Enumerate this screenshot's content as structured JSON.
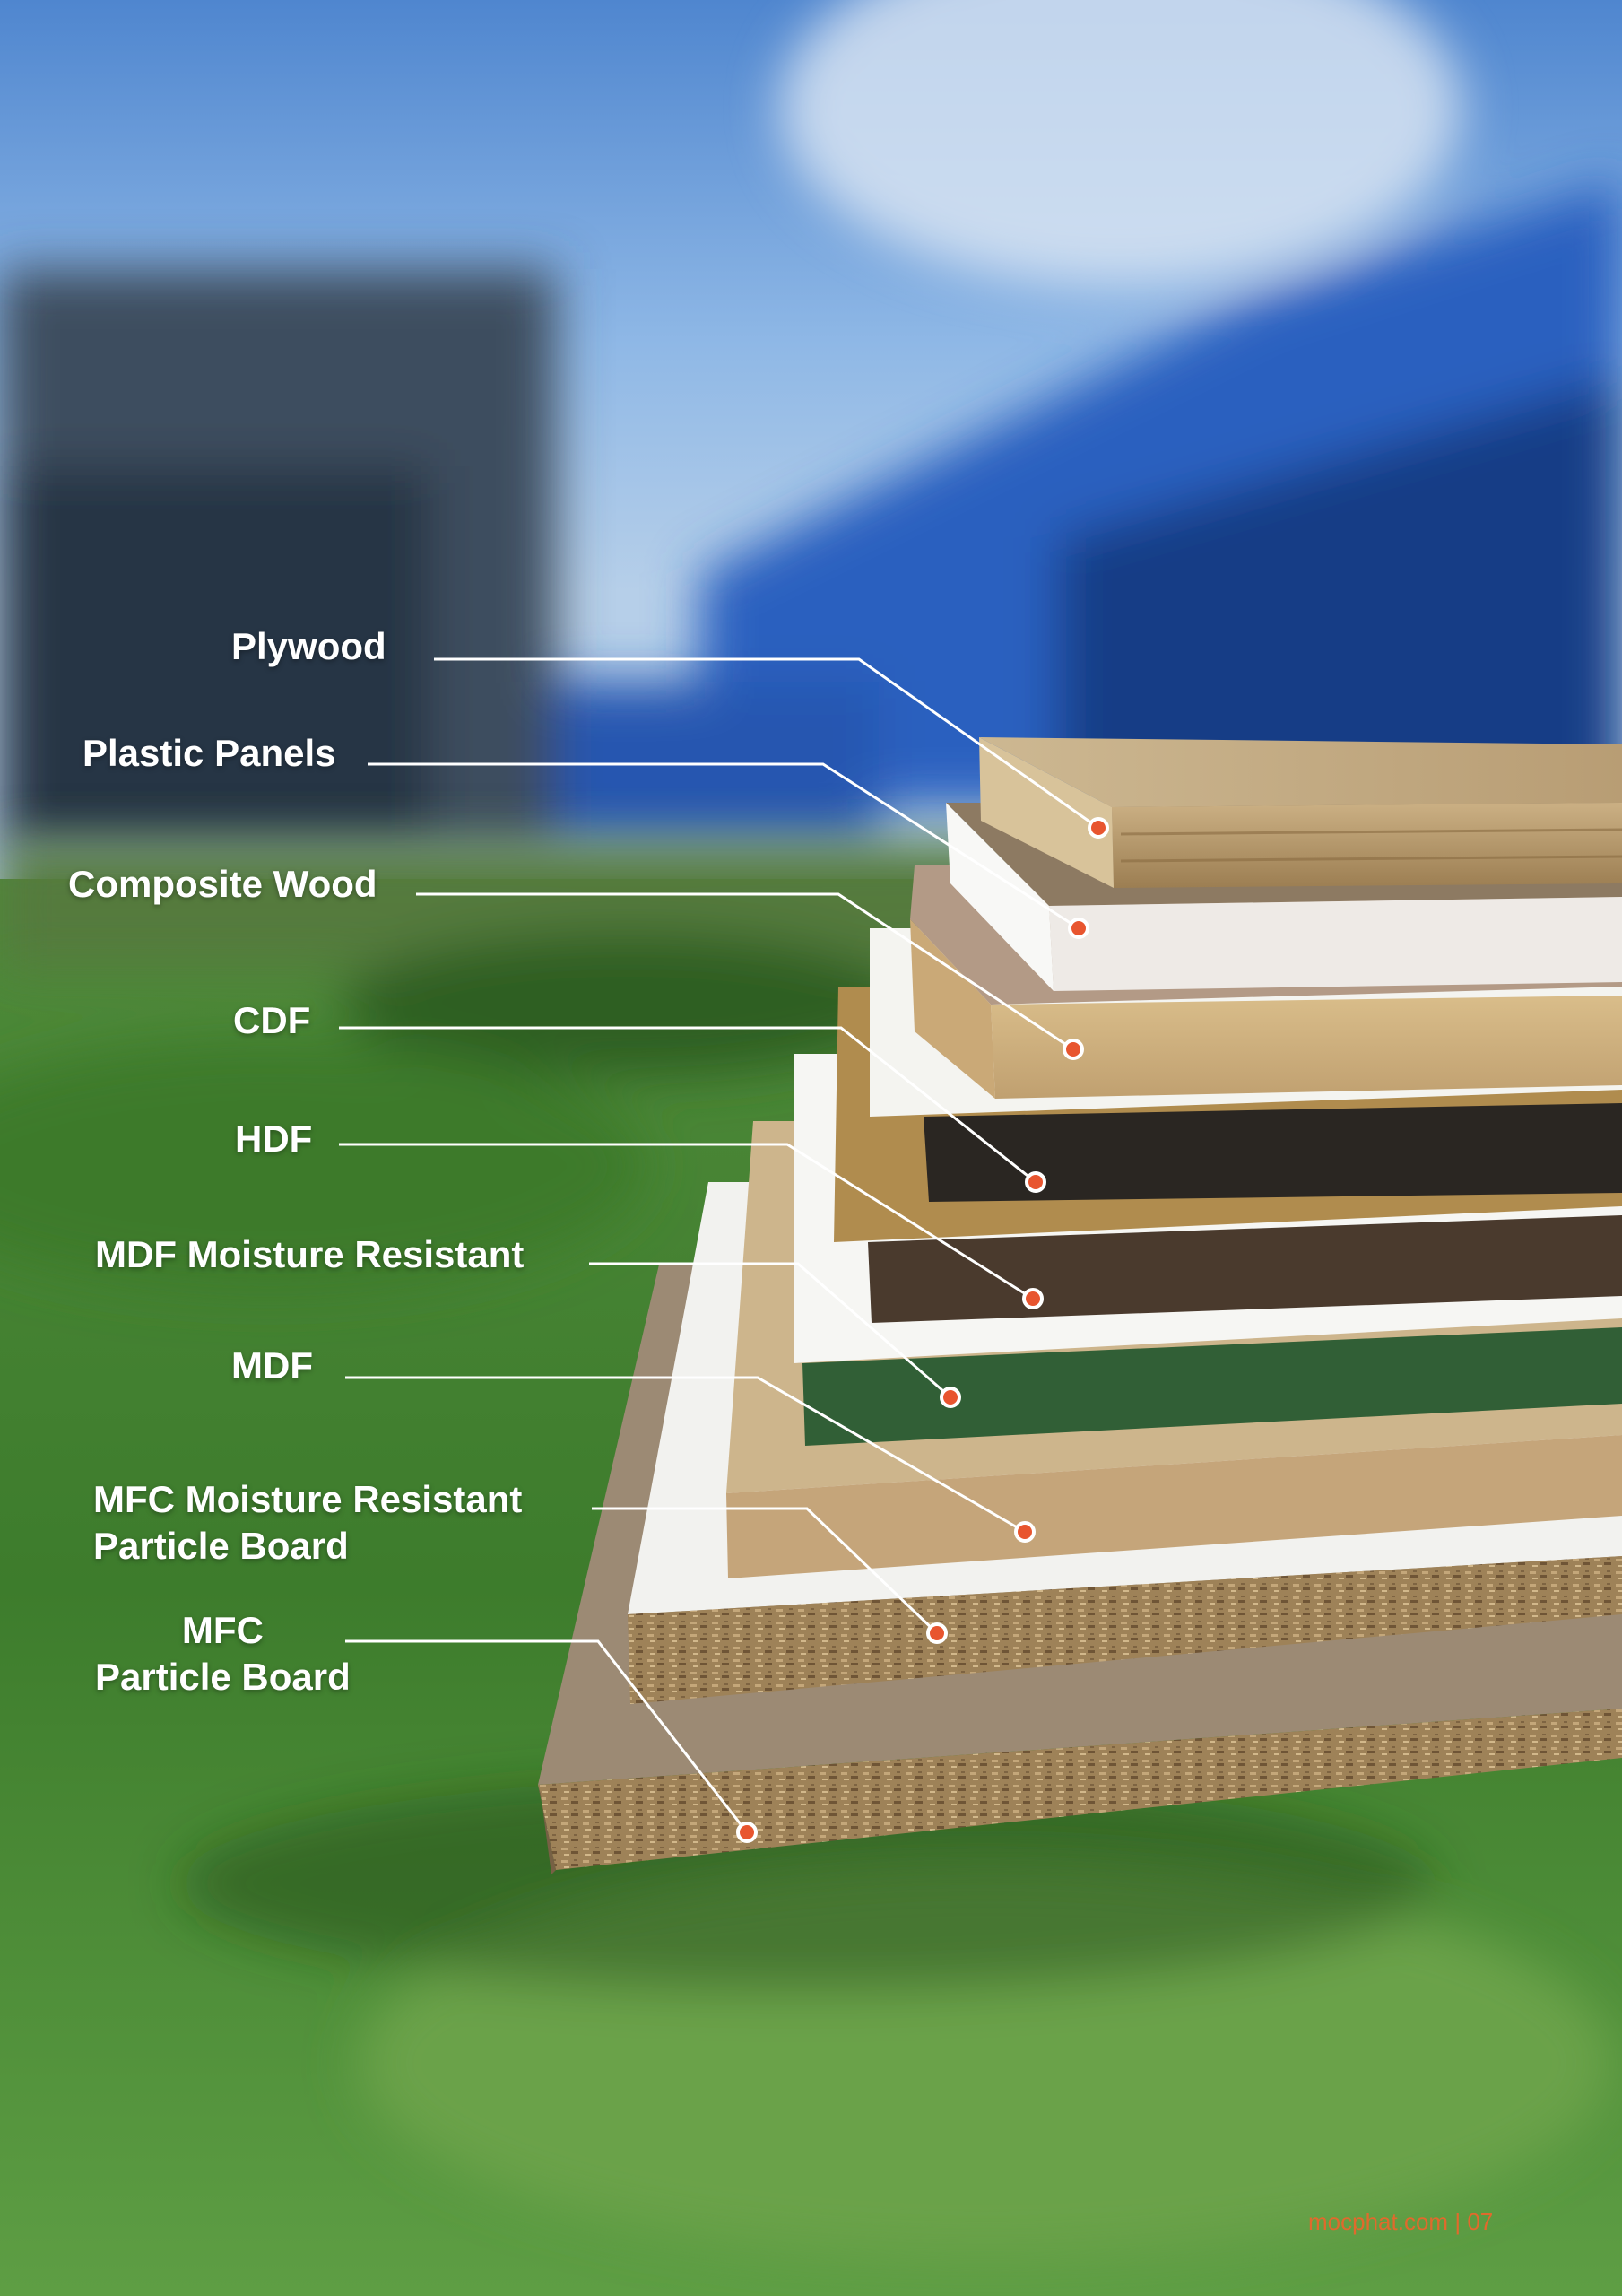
{
  "colors": {
    "callout_dot": "#e8552f",
    "label_text": "#ffffff",
    "footer_text": "#e06a2c",
    "sky": "#6f9fd8",
    "grass": "#3f7f2f",
    "building": "#1f56b8"
  },
  "labels": {
    "plywood": "Plywood",
    "plastic_panels": "Plastic Panels",
    "composite_wood": "Composite Wood",
    "cdf": "CDF",
    "hdf": "HDF",
    "mdf_moisture_resistant": "MDF Moisture Resistant",
    "mdf": "MDF",
    "mfc_moisture_resistant_line1": "MFC Moisture Resistant",
    "mfc_moisture_resistant_line2": "Particle Board",
    "mfc_line1": "MFC",
    "mfc_line2": "Particle Board"
  },
  "footer": {
    "site": "mocphat.com",
    "separator": "|",
    "page_number": "07"
  }
}
